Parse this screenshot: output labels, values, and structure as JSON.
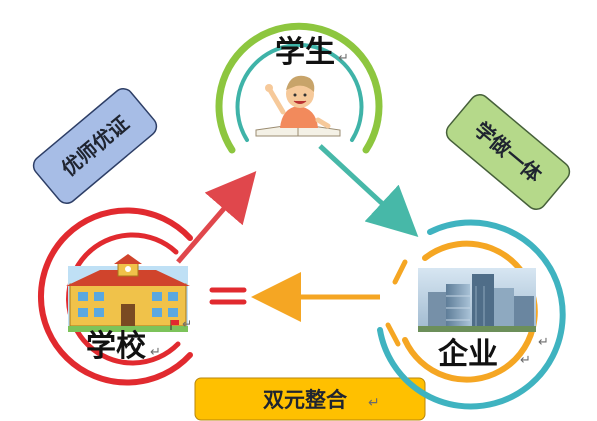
{
  "nodes": {
    "student": {
      "label": "学生"
    },
    "school": {
      "label": "学校"
    },
    "enterprise": {
      "label": "企业"
    }
  },
  "tags": {
    "left": "优师优证",
    "right": "学做一体",
    "bottom": "双元整合"
  },
  "colors": {
    "student_ring": "#8dc63f",
    "student_ring_inner": "#3fb3a8",
    "school_ring": "#e12a2f",
    "enterprise_ring_outer": "#3fb3c0",
    "enterprise_ring_inner": "#f5a623",
    "arrow_school_to_student": "#e0474c",
    "arrow_student_to_enterprise": "#47b8a8",
    "arrow_enterprise_to_school": "#f5a623",
    "tag_left_fill": "#a7bde6",
    "tag_right_fill": "#b5d98a",
    "tag_bottom_fill": "#ffc000"
  },
  "icons": {
    "student": "student-writing-icon",
    "school": "school-building-icon",
    "enterprise": "office-buildings-icon",
    "paragraph_mark": "↵"
  }
}
